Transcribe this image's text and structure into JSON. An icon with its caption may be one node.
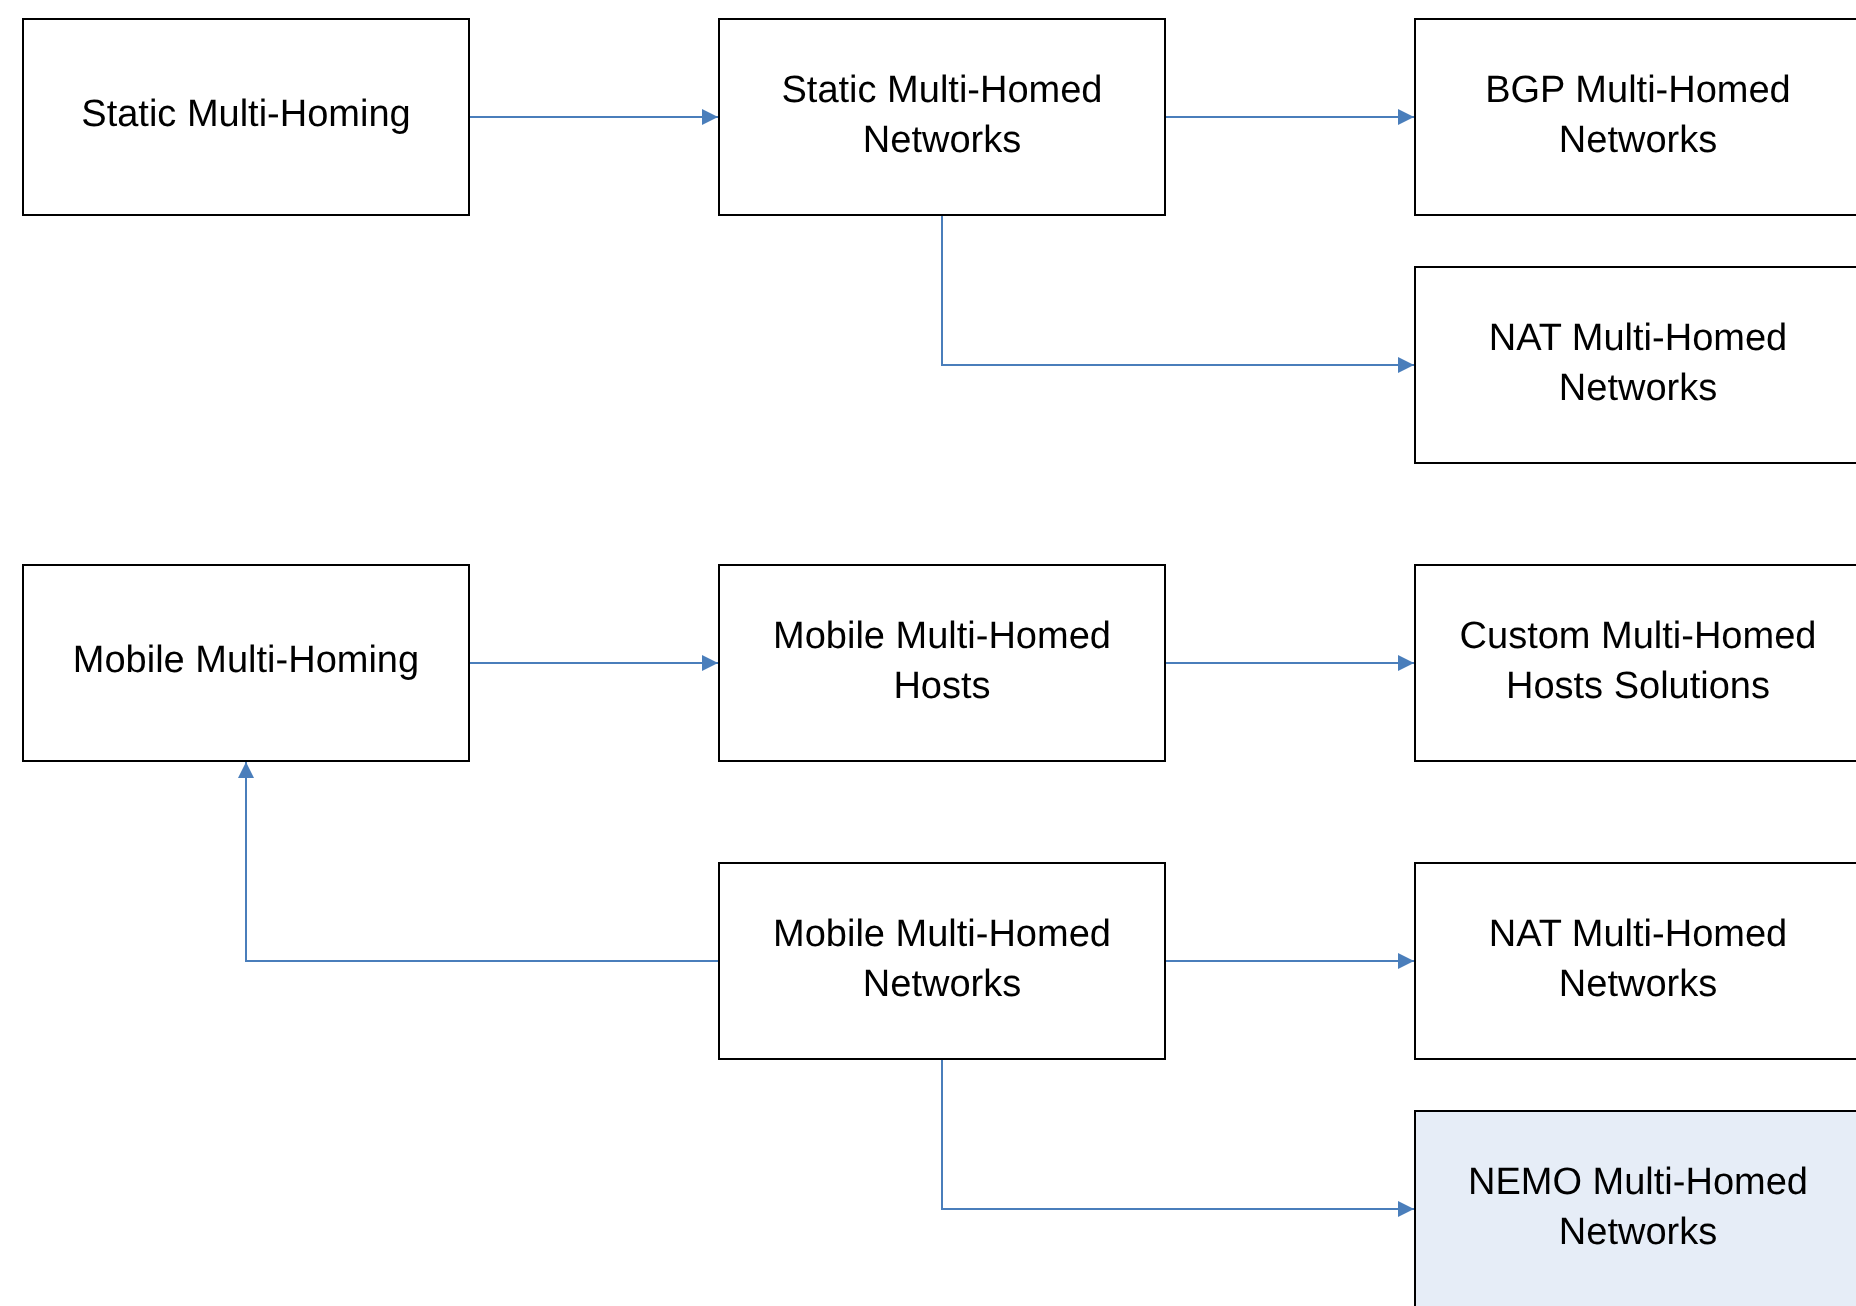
{
  "diagram": {
    "nodes": [
      {
        "text": [
          "Static Multi-Homing"
        ]
      },
      {
        "text": [
          "Static Multi-Homed Networks"
        ]
      },
      {
        "text": [
          "BGP Multi-Homed Networks"
        ]
      },
      {
        "text": [
          "NAT Multi-Homed Networks"
        ]
      },
      {
        "text": [
          "Mobile Multi-Homing"
        ]
      },
      {
        "text": [
          "Mobile Multi-Homed Hosts"
        ]
      },
      {
        "text": [
          "Custom Multi-Homed Hosts Solutions"
        ]
      },
      {
        "text": [
          "Mobile Multi-Homed Networks"
        ]
      },
      {
        "text": [
          "NAT Multi-Homed Networks"
        ]
      },
      {
        "text": [
          "NEMO Multi-Homed Networks"
        ]
      }
    ],
    "edges": [
      {
        "from": 0,
        "to": 1,
        "arrow": "to"
      },
      {
        "from": 1,
        "to": 2,
        "arrow": "to"
      },
      {
        "from": 1,
        "to": 3,
        "arrow": "to"
      },
      {
        "from": 4,
        "to": 5,
        "arrow": "to"
      },
      {
        "from": 5,
        "to": 6,
        "arrow": "to"
      },
      {
        "from": 7,
        "to": 4,
        "arrow": "to"
      },
      {
        "from": 7,
        "to": 8,
        "arrow": "to"
      },
      {
        "from": 7,
        "to": 9,
        "arrow": "to"
      }
    ]
  }
}
